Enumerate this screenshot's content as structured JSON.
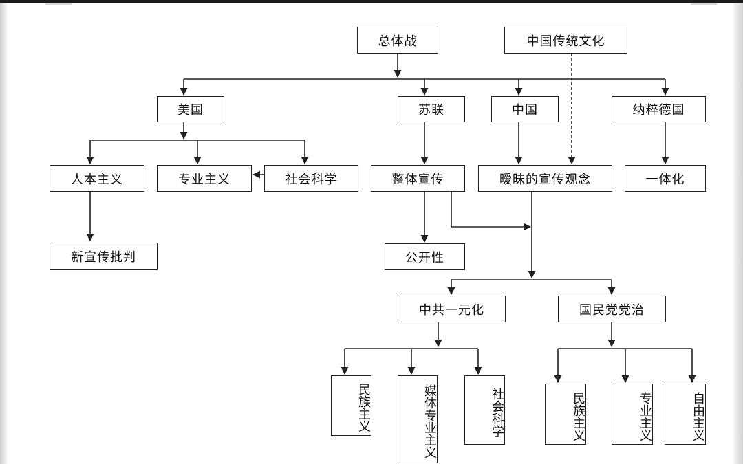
{
  "nodes": {
    "total_war": "总体战",
    "chinese_tradition": "中国传统文化",
    "usa": "美国",
    "ussr": "苏联",
    "china": "中国",
    "nazi_germany": "纳粹德国",
    "humanism": "人本主义",
    "professionalism": "专业主义",
    "social_science": "社会科学",
    "holistic_propaganda": "整体宣传",
    "ambiguous_concept": "暧昧的宣传观念",
    "integration": "一体化",
    "new_propaganda_critique": "新宣传批判",
    "openness": "公开性",
    "ccp_unification": "中共一元化",
    "kmt_rule": "国民党党治",
    "ccp_nationalism": "民族主义",
    "ccp_media_professionalism": "媒体专业主义",
    "ccp_social_science": "社会科学",
    "kmt_nationalism": "民族主义",
    "kmt_professionalism": "专业主义",
    "kmt_liberalism": "自由主义"
  }
}
